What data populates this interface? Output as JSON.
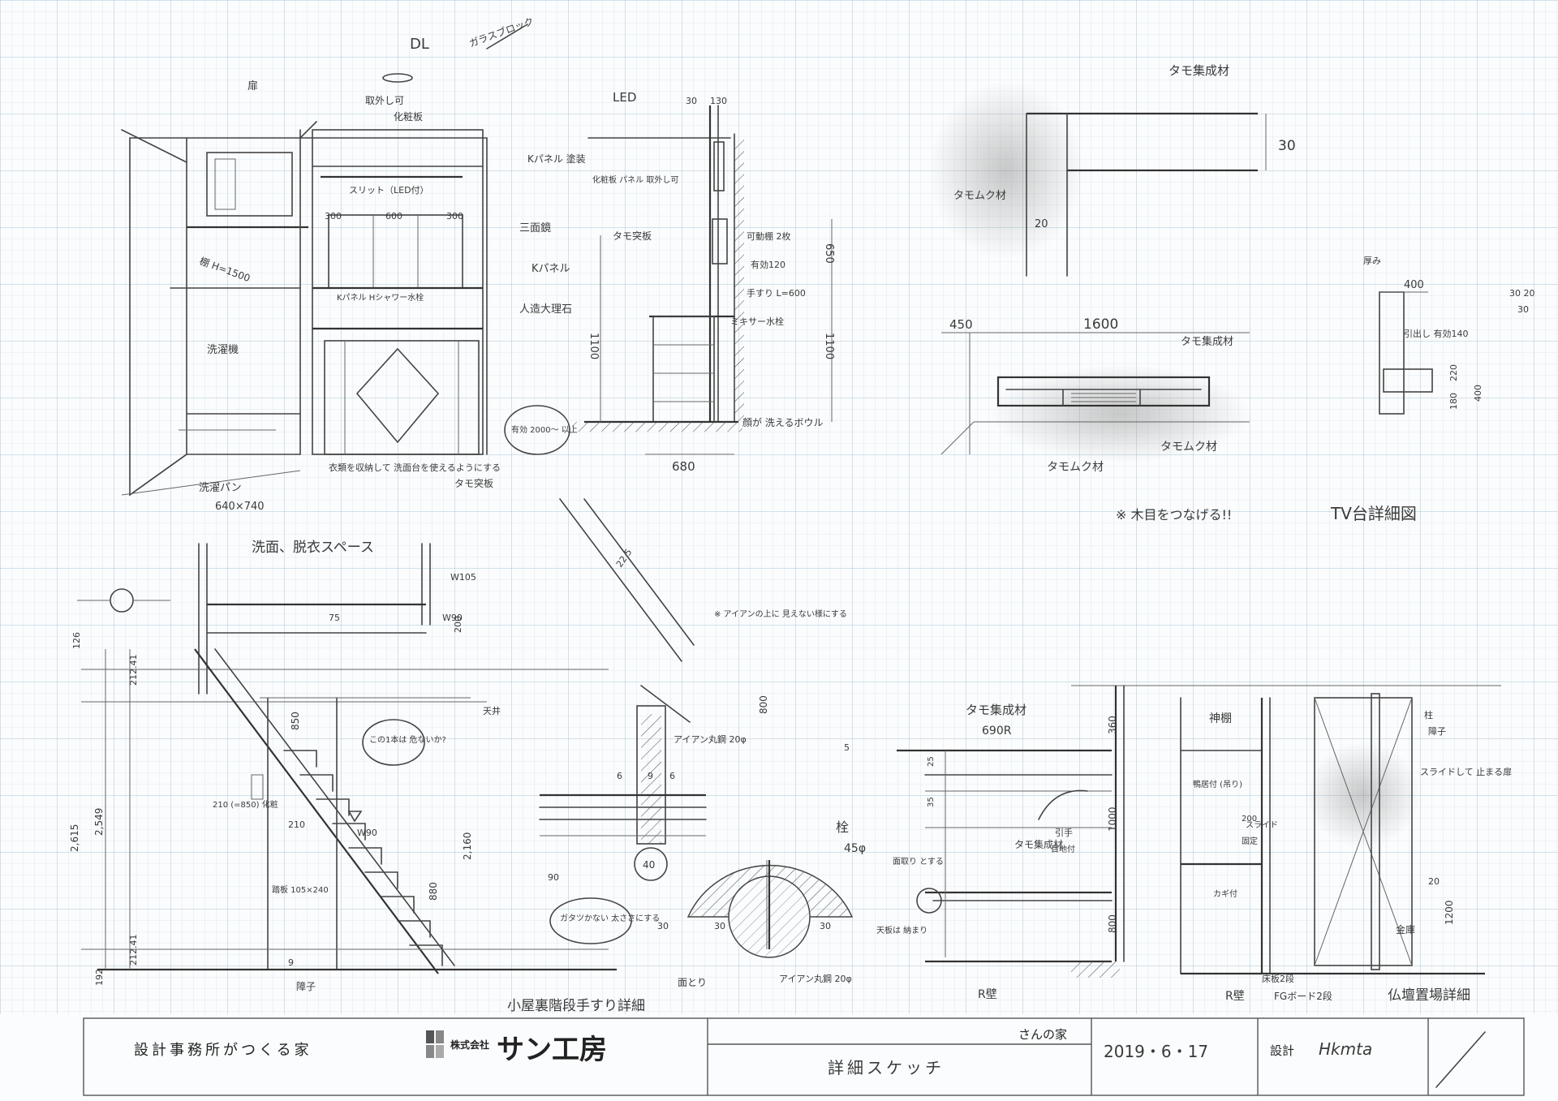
{
  "sheet": {
    "notes": {
      "dl": "DL",
      "glass_block": "ガラスブロック",
      "door": "扉",
      "removable_counter": "取外し可",
      "decorative_panel": "化粧板",
      "slit": "スリット（LED付）",
      "width_300a": "300",
      "width_600": "600",
      "width_300b": "300",
      "panel_paint": "Kパネル 塗装",
      "three_mirror": "三面鏡",
      "k_panel": "Kパネル",
      "shelf": "棚 H=1500",
      "wash_room": "洗濯機",
      "mixing_valve": "Kパネル Hシャワー水栓",
      "artificial_marble": "人造大理石",
      "washing_pan": "洗濯パン",
      "washing_pan_size": "640×740",
      "storage_note": "衣類を収納して 洗面台を使えるようにする",
      "tamo": "タモ突板",
      "effective": "有効 2000～ 以上",
      "led": "LED",
      "dim_30": "30",
      "dim_130": "130",
      "tamo_panel": "化粧板 パネル 取外し可",
      "tamo_board": "タモ突板",
      "mid_shelf": "可動棚 2枚",
      "shelf_120": "有効120",
      "handle": "手すり L=600",
      "mixer": "ミキサー水栓",
      "dim_650": "650",
      "dim_1100a": "1100",
      "dim_1100b": "1100",
      "bowl": "顔が 洗えるボウル",
      "dim_680": "680",
      "tamo_glued": "タモ集成材",
      "dim_30b": "30",
      "tamo_muku": "タモムク材",
      "dim_20": "20",
      "dim_450": "450",
      "dim_1600": "1600",
      "tamo_glued2": "タモ集成材",
      "tamo_muku2": "タモムク材",
      "tamo_muku3": "タモムク材",
      "grain_note": "※ 木目をつなげる!!",
      "tv_title": "TV台詳細図",
      "thick": "厚み",
      "dim_400": "400",
      "drawer": "引出し 有効140",
      "dim_220": "220",
      "dim_180": "180",
      "dim_400b": "400",
      "side_30_20": "30 20",
      "side_30": "30"
    },
    "stairs": {
      "title": "洗面、脱衣スペース",
      "w105": "W105",
      "w75": "75",
      "w90": "W90",
      "d200": "200",
      "d126": "126",
      "d212a": "212.41",
      "ceiling": "天井",
      "d850": "850",
      "bubble": "この1本は 危ないか?",
      "d2615": "2,615",
      "d2549": "2,549",
      "d210": "210 (=850) 化粧",
      "d210b": "210",
      "w90b": "W90",
      "d2160": "2,160",
      "step": "踏板 105×240",
      "d880": "880",
      "d212b": "212.41",
      "d192": "192",
      "d9": "9",
      "partition": "障子"
    },
    "rail": {
      "d22": "22.5",
      "note": "※ アイアンの上に 見えない様にする",
      "iron": "アイアン丸鋼 20φ",
      "d800": "800",
      "d6a": "6",
      "d9": "9",
      "d6b": "6",
      "d90": "90",
      "d40": "40",
      "wobble": "ガタツかない 太ささにする",
      "d30a": "30",
      "d30b": "30",
      "d30c": "30",
      "tochi": "栓",
      "phi45": "45φ",
      "chamfer": "面とり",
      "iron2": "アイアン丸鋼 20φ",
      "title": "小屋裏階段手すり詳細"
    },
    "altar": {
      "tamo": "タモ集成材",
      "r690": "690R",
      "d5": "5",
      "d25": "25",
      "d35": "35",
      "d360": "360",
      "d1000": "1000",
      "d800": "800",
      "bevel": "面取り とする",
      "tamo2": "タモ集成材",
      "pull": "引手",
      "pull2": "目地付",
      "hidden": "天板は 納まり",
      "r_wall": "R壁",
      "shelf": "神棚",
      "hanging": "鴨居付 (吊り)",
      "fixed": "固定",
      "d200": "200",
      "hinge": "スライド",
      "fix2": "カギ付",
      "bottom": "床板2段",
      "r_wall2": "R壁",
      "fg": "FGボード2段",
      "d1200": "1200",
      "side": "障子",
      "slide": "スライドして 止まる扉",
      "pillar": "柱",
      "d20": "20",
      "safe": "金庫",
      "title": "仏壇置場詳細"
    },
    "title_block": {
      "company_note": "設計事務所がつくる家",
      "company_prefix": "株式会社",
      "company": "サン工房",
      "house": "さんの家",
      "date": "2019・6・17",
      "design_label": "設計",
      "designer": "Hkmta",
      "drawing": "詳細スケッチ",
      "sheet_no": ""
    }
  }
}
